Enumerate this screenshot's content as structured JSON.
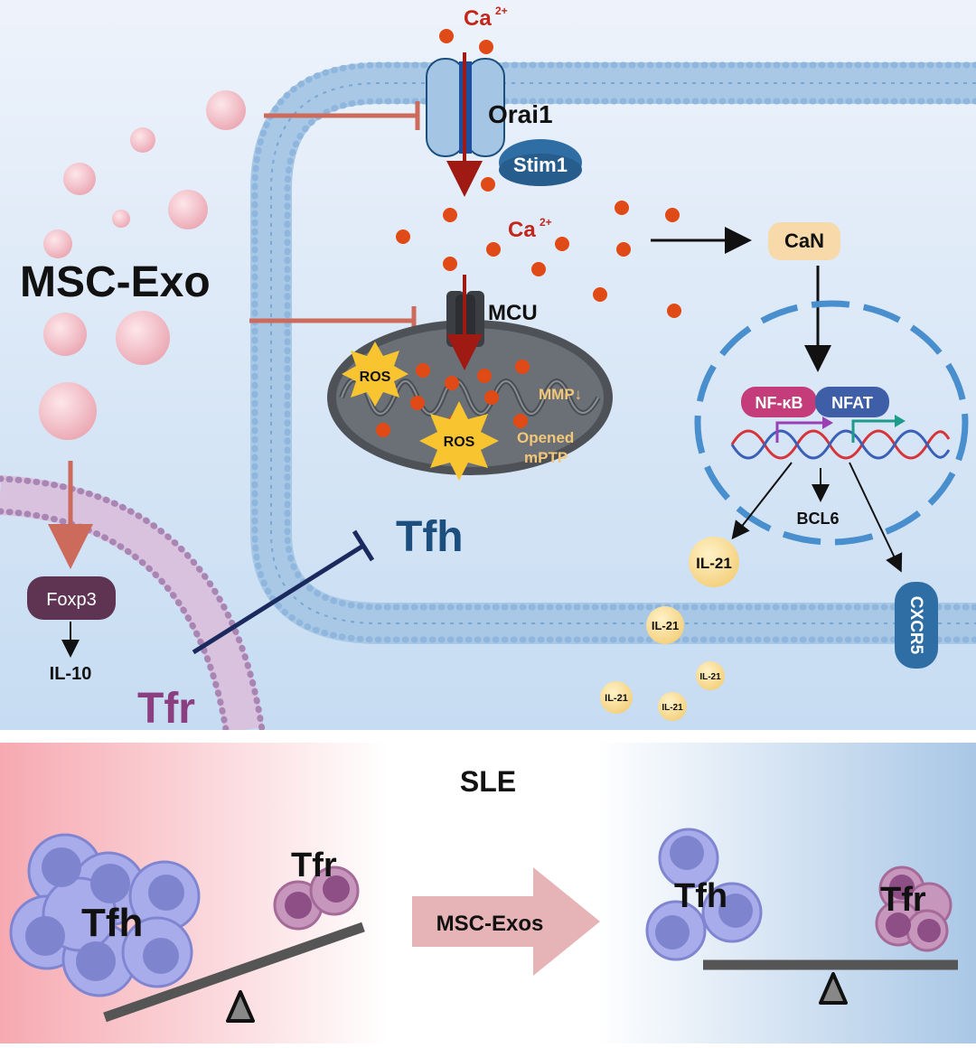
{
  "top_panel": {
    "msc_exo_label": "MSC-Exo",
    "ca_top_label": "Ca",
    "ca_mid_label": "Ca",
    "ca_superscript": "2+",
    "orai1_label": "Orai1",
    "stim1_label": "Stim1",
    "mcu_label": "MCU",
    "can_label": "CaN",
    "ros_label": "ROS",
    "mmp_label": "MMP↓",
    "opened_label": "Opened",
    "mptp_label": "mPTP",
    "nfkb_label": "NF-κB",
    "nfat_label": "NFAT",
    "bcl6_label": "BCL6",
    "il21_label": "IL-21",
    "cxcr5_label": "CXCR5",
    "tfh_label": "Tfh",
    "tfr_label": "Tfr",
    "foxp3_label": "Foxp3",
    "il10_label": "IL-10"
  },
  "bottom_panel": {
    "sle_label": "SLE",
    "tfh_label": "Tfh",
    "tfr_label": "Tfr",
    "arrow_label": "MSC-Exos"
  },
  "colors": {
    "calcium": "#d93a12",
    "exosome": "#f2bcc3",
    "inhibit": "#cc6a5c",
    "tfh_cell": "#8a8fd6",
    "tfr_cell": "#a56a98",
    "tfh_text": "#1d4f7e",
    "tfr_text": "#8b3f80"
  }
}
